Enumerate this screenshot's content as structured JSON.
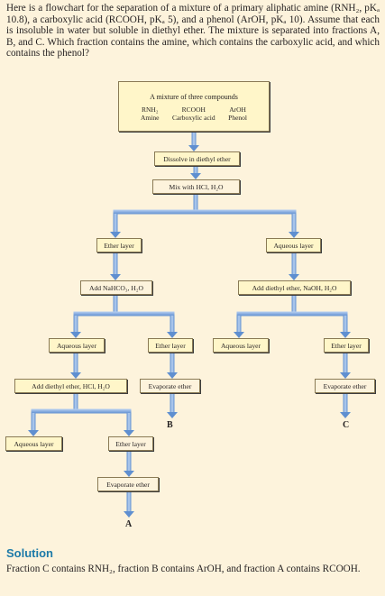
{
  "question": "Here is a flowchart for the separation of a mixture of a primary aliphatic amine (RNH₂, pKₐ 10.8), a carboxylic acid (RCOOH, pKₐ 5), and a phenol (ArOH, pKₐ 10). Assume that each is insoluble in water but soluble in diethyl ether. The mixture is separated into fractions A, B, and C. Which fraction contains the amine, which contains the carboxylic acid, and which contains the phenol?",
  "flowchart": {
    "mixture_title": "A mixture of three compounds",
    "compounds": [
      {
        "formula": "RNH₂",
        "name": "Amine"
      },
      {
        "formula": "RCOOH",
        "name": "Carboxylic acid"
      },
      {
        "formula": "ArOH",
        "name": "Phenol"
      }
    ],
    "step_dissolve": "Dissolve in diethyl ether",
    "step_hcl": "Mix with HCl, H₂O",
    "ether_layer_1": "Ether layer",
    "aqueous_layer_1": "Aqueous layer",
    "step_nahco3": "Add NaHCO₃, H₂O",
    "step_naoh": "Add diethyl ether, NaOH, H₂O",
    "aqueous_layer_2": "Aqueous layer",
    "ether_layer_2": "Ether layer",
    "aqueous_layer_3": "Aqueous layer",
    "ether_layer_3": "Ether layer",
    "step_add_hcl": "Add diethyl ether, HCl, H₂O",
    "evaporate_b": "Evaporate ether",
    "evaporate_c": "Evaporate ether",
    "aqueous_layer_4": "Aqueous layer",
    "ether_layer_4": "Ether layer",
    "evaporate_a": "Evaporate ether",
    "fraction_a": "A",
    "fraction_b": "B",
    "fraction_c": "C"
  },
  "solution": {
    "title": "Solution",
    "text": "Fraction C contains RNH₂, fraction B contains ArOH, and fraction A contains RCOOH."
  },
  "colors": {
    "background": "#fdf3dc",
    "box_fill": "#fff6c9",
    "connector_blue": "#5f8fd0",
    "solution_title": "#1d7aa8"
  }
}
